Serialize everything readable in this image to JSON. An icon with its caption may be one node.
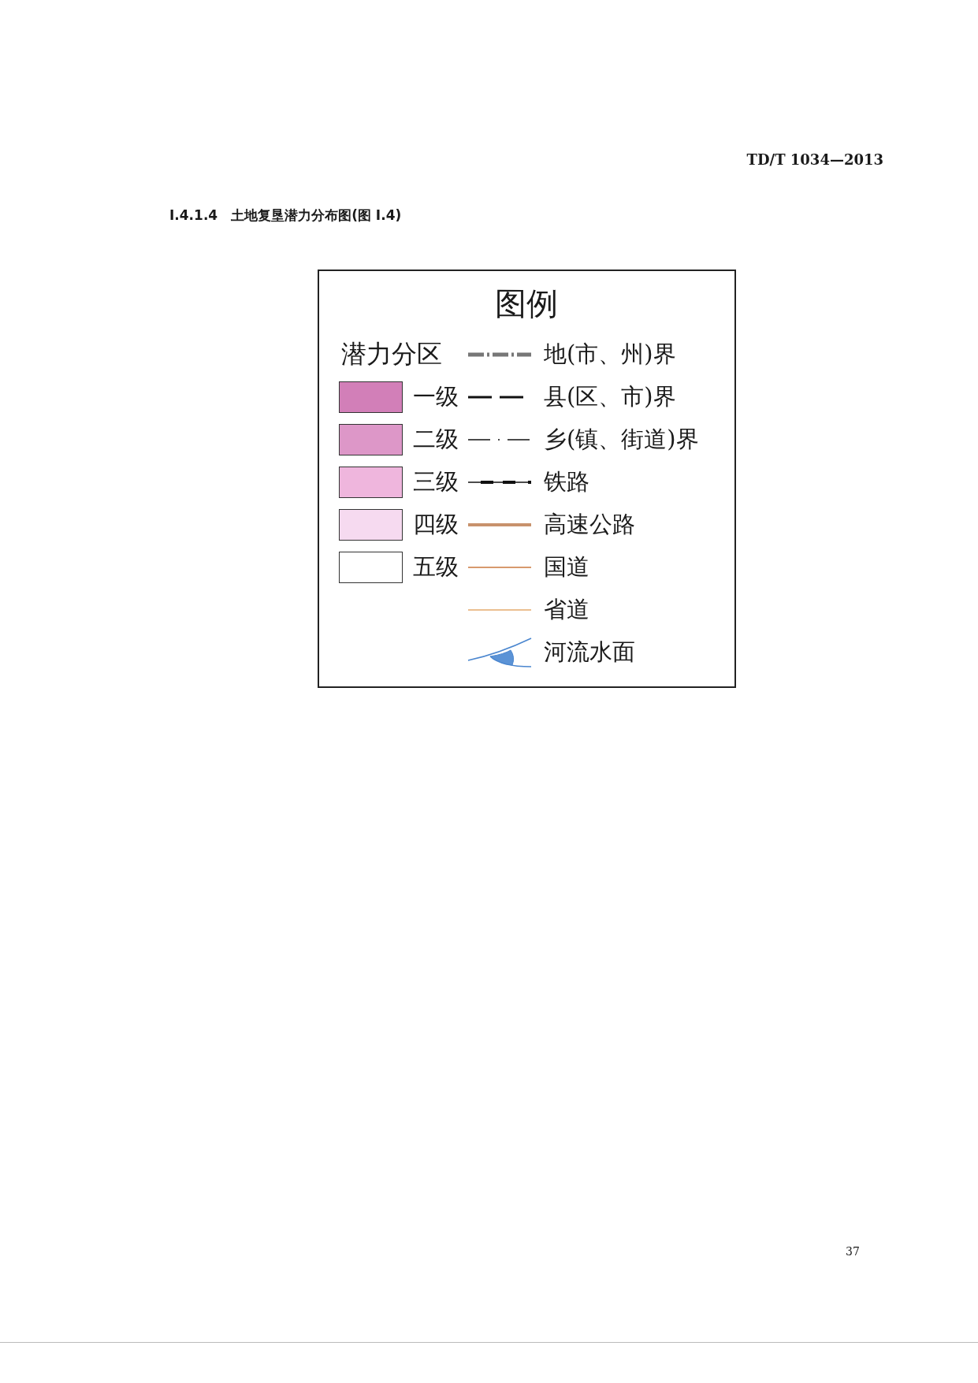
{
  "diagram": {
    "title": "I.4.1.4　土地复垦潜力分布图(图 I.4)",
    "labels": [
      "TD/T 1034—2013",
      "图例",
      "潜力分区",
      "37"
    ],
    "legend": [
      {
        "text": "地(市、州)界"
      },
      {
        "text": "一级",
        "color": "#d27fb8"
      },
      {
        "text": "县(区、市)界"
      },
      {
        "text": "二级",
        "color": "#dd97c8"
      },
      {
        "text": "乡(镇、街道)界"
      },
      {
        "text": "三级",
        "color": "#efb6dd"
      },
      {
        "text": "铁路"
      },
      {
        "text": "四级",
        "color": "#f6daf0"
      },
      {
        "text": "高速公路"
      },
      {
        "text": "五级",
        "color": "#ffffff"
      },
      {
        "text": "国道"
      },
      {
        "text": "省道"
      },
      {
        "text": "河流水面"
      }
    ]
  }
}
